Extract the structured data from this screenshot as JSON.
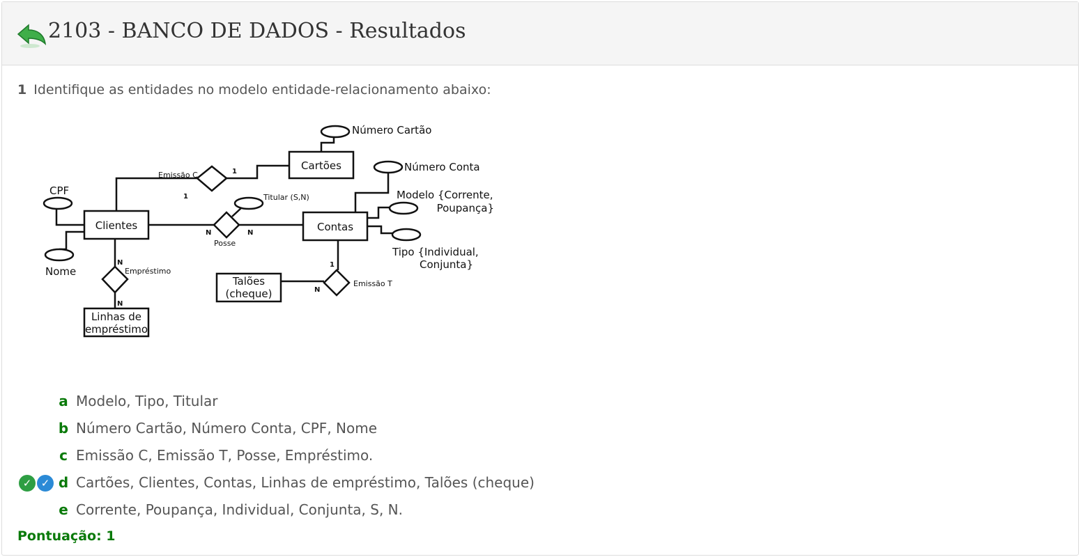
{
  "header": {
    "title": "2103 - BANCO DE DADOS - Resultados",
    "back_icon": "back-arrow-icon"
  },
  "question": {
    "number": "1",
    "text": "Identifique as entidades no modelo entidade-relacionamento abaixo:"
  },
  "diagram": {
    "entities": {
      "cartoes": "Cartões",
      "clientes": "Clientes",
      "contas": "Contas",
      "taloes_1": "Talões",
      "taloes_2": "(cheque)",
      "linhas_1": "Linhas de",
      "linhas_2": "empréstimo"
    },
    "relationships": {
      "emissao_c": "Emissão C",
      "posse": "Posse",
      "emprestimo": "Empréstimo",
      "emissao_t": "Emissão T"
    },
    "attributes": {
      "numero_cartao": "Número Cartão",
      "numero_conta": "Número Conta",
      "modelo_1": "Modelo {Corrente,",
      "modelo_2": "Poupança}",
      "tipo_1": "Tipo {Individual,",
      "tipo_2": "Conjunta}",
      "titular": "Titular (S,N)",
      "cpf": "CPF",
      "nome": "Nome"
    },
    "cardinalities": {
      "emissao_c_cartoes": "1",
      "emissao_c_clientes": "1",
      "posse_clientes": "N",
      "posse_contas": "N",
      "emprestimo_clientes": "N",
      "emprestimo_linhas": "N",
      "emissao_t_contas": "1",
      "emissao_t_taloes": "N"
    }
  },
  "options": [
    {
      "letter": "a",
      "text": "Modelo, Tipo, Titular"
    },
    {
      "letter": "b",
      "text": "Número Cartão, Número Conta, CPF, Nome"
    },
    {
      "letter": "c",
      "text": "Emissão C, Emissão T, Posse, Empréstimo."
    },
    {
      "letter": "d",
      "text": "Cartões, Clientes, Contas, Linhas de empréstimo, Talões (cheque)"
    },
    {
      "letter": "e",
      "text": "Corrente, Poupança, Individual, Conjunta, S, N."
    }
  ],
  "selected_option": "d",
  "correct_option": "d",
  "icons": {
    "correct": "check-circle-icon",
    "selected": "check-circle-icon"
  },
  "colors": {
    "correct": "#2e9e43",
    "selected": "#2b8ad6",
    "letter": "#0a7a0a"
  },
  "score": {
    "label": "Pontuação: 1"
  }
}
